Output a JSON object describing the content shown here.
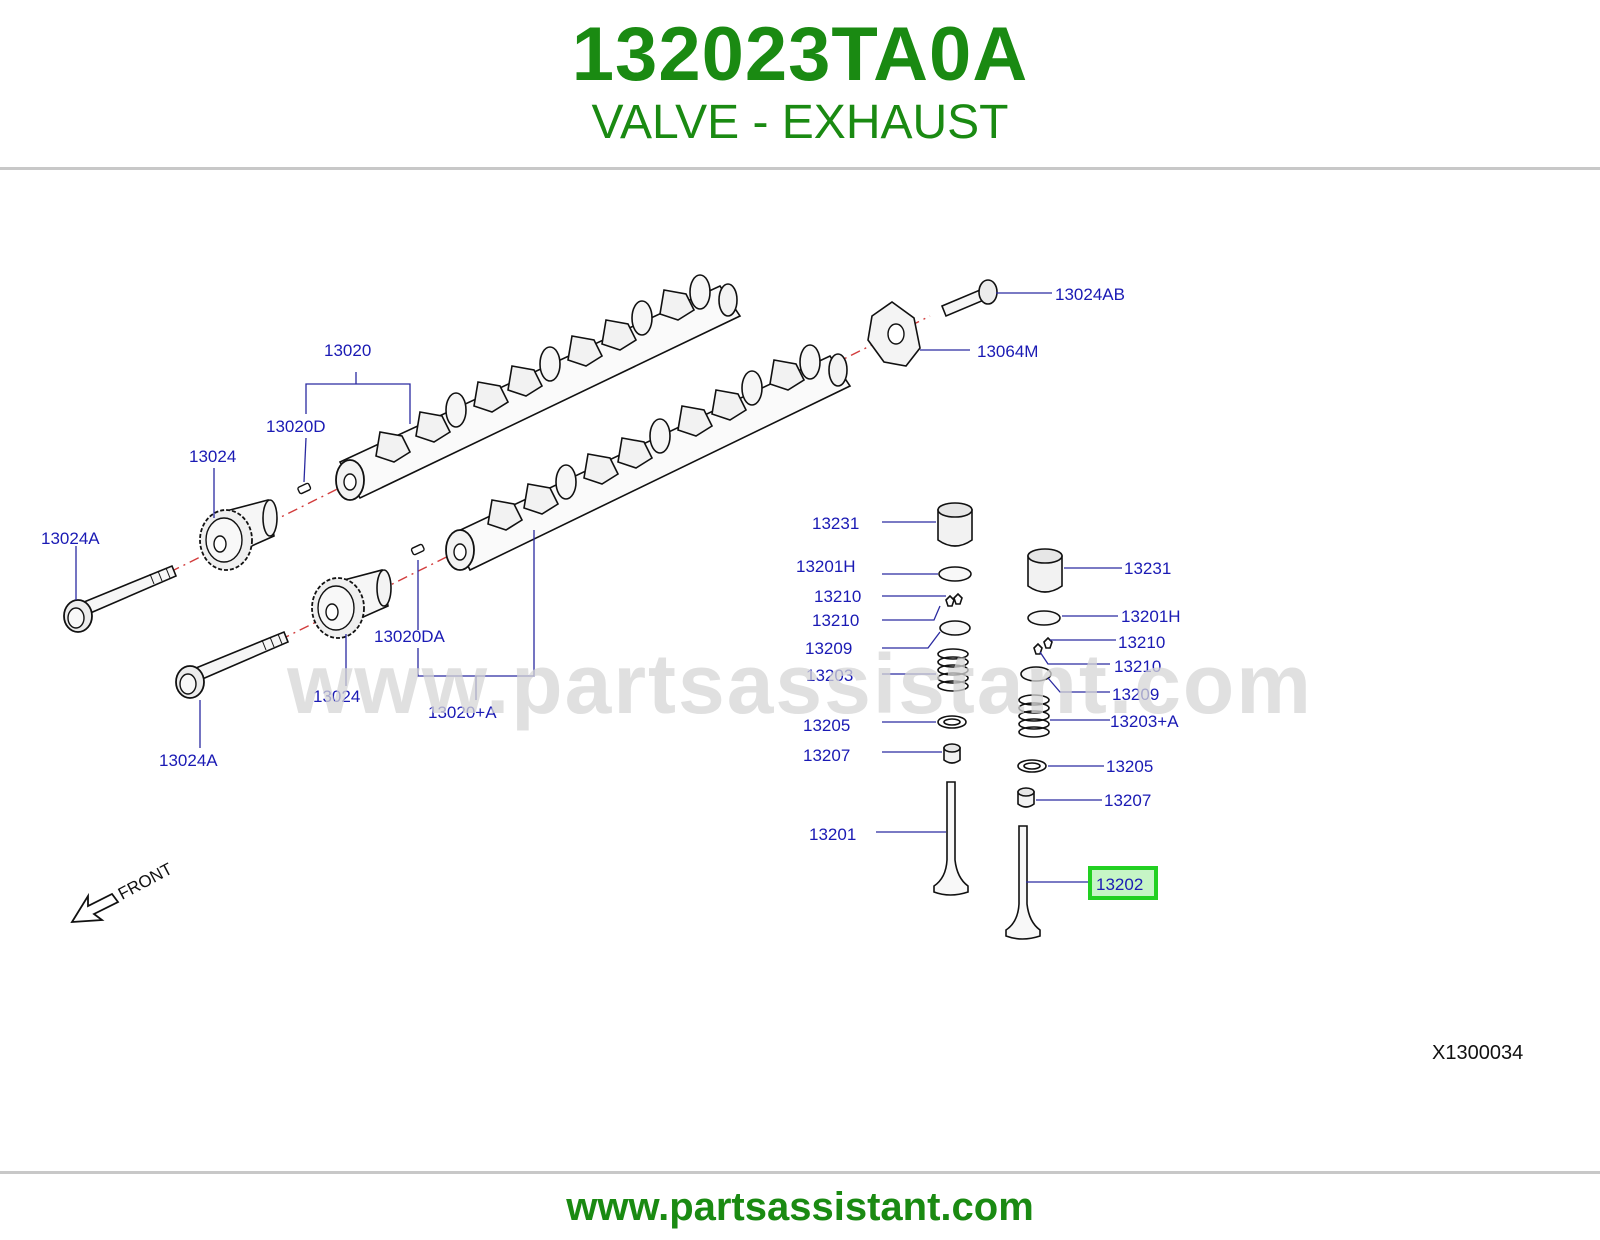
{
  "header": {
    "part_number": "132023TA0A",
    "part_name": "VALVE - EXHAUST"
  },
  "footer": {
    "url": "www.partsassistant.com"
  },
  "watermark": {
    "text": "www.partsassistant.com"
  },
  "diagram": {
    "reference_code": "X1300034",
    "front_label": "FRONT",
    "callouts": {
      "c_13020": "13020",
      "c_13020D": "13020D",
      "c_13024_top": "13024",
      "c_13024A_top": "13024A",
      "c_13020DA": "13020DA",
      "c_13024_bottom": "13024",
      "c_13020A": "13020+A",
      "c_13024A_bottom": "13024A",
      "c_13024AB": "13024AB",
      "c_13064M": "13064M",
      "l_13231": "13231",
      "l_13201H": "13201H",
      "l_13210_a": "13210",
      "l_13210_b": "13210",
      "l_13209": "13209",
      "l_13203": "13203",
      "l_13205": "13205",
      "l_13207": "13207",
      "l_13201": "13201",
      "r_13231": "13231",
      "r_13201H": "13201H",
      "r_13210_a": "13210",
      "r_13210_b": "13210",
      "r_13209": "13209",
      "r_13203A": "13203+A",
      "r_13205": "13205",
      "r_13207": "13207",
      "r_13202": "13202"
    },
    "highlighted_part": "13202"
  },
  "colors": {
    "brand_green": "#1a8a12",
    "callout_blue": "#1a1ab4",
    "highlight_green": "#22d022",
    "highlight_fill": "#c6f5c6",
    "centerline_red": "#d23c3c"
  }
}
